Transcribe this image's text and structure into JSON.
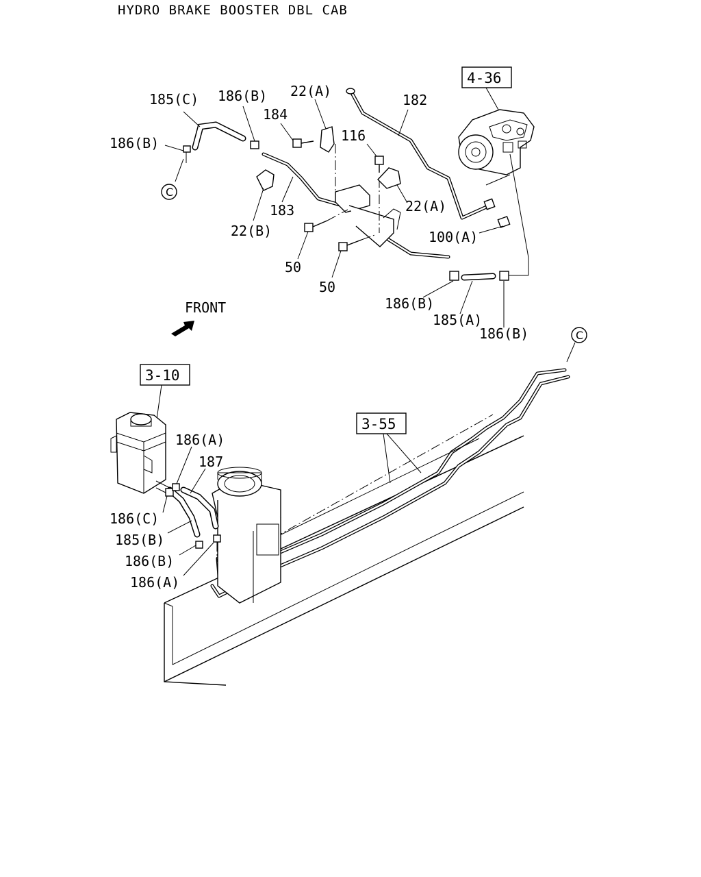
{
  "title": "HYDRO BRAKE BOOSTER DBL CAB",
  "front_label": "FRONT",
  "reference_boxes": [
    "4-36",
    "3-10",
    "3-55"
  ],
  "circle_markers": [
    "C",
    "C"
  ],
  "callouts": {
    "c185C": "185(C)",
    "c186B_top": "186(B)",
    "c22A_top": "22(A)",
    "c184": "184",
    "c182": "182",
    "c186B_left": "186(B)",
    "c116": "116",
    "c22A_mid": "22(A)",
    "c183": "183",
    "c22B": "22(B)",
    "c100A": "100(A)",
    "c50_a": "50",
    "c50_b": "50",
    "c186B_bot1": "186(B)",
    "c185A": "185(A)",
    "c186B_bot2": "186(B)",
    "c186A_top": "186(A)",
    "c187": "187",
    "c186C": "186(C)",
    "c185B": "185(B)",
    "c186B_low": "186(B)",
    "c186A_low": "186(A)"
  }
}
